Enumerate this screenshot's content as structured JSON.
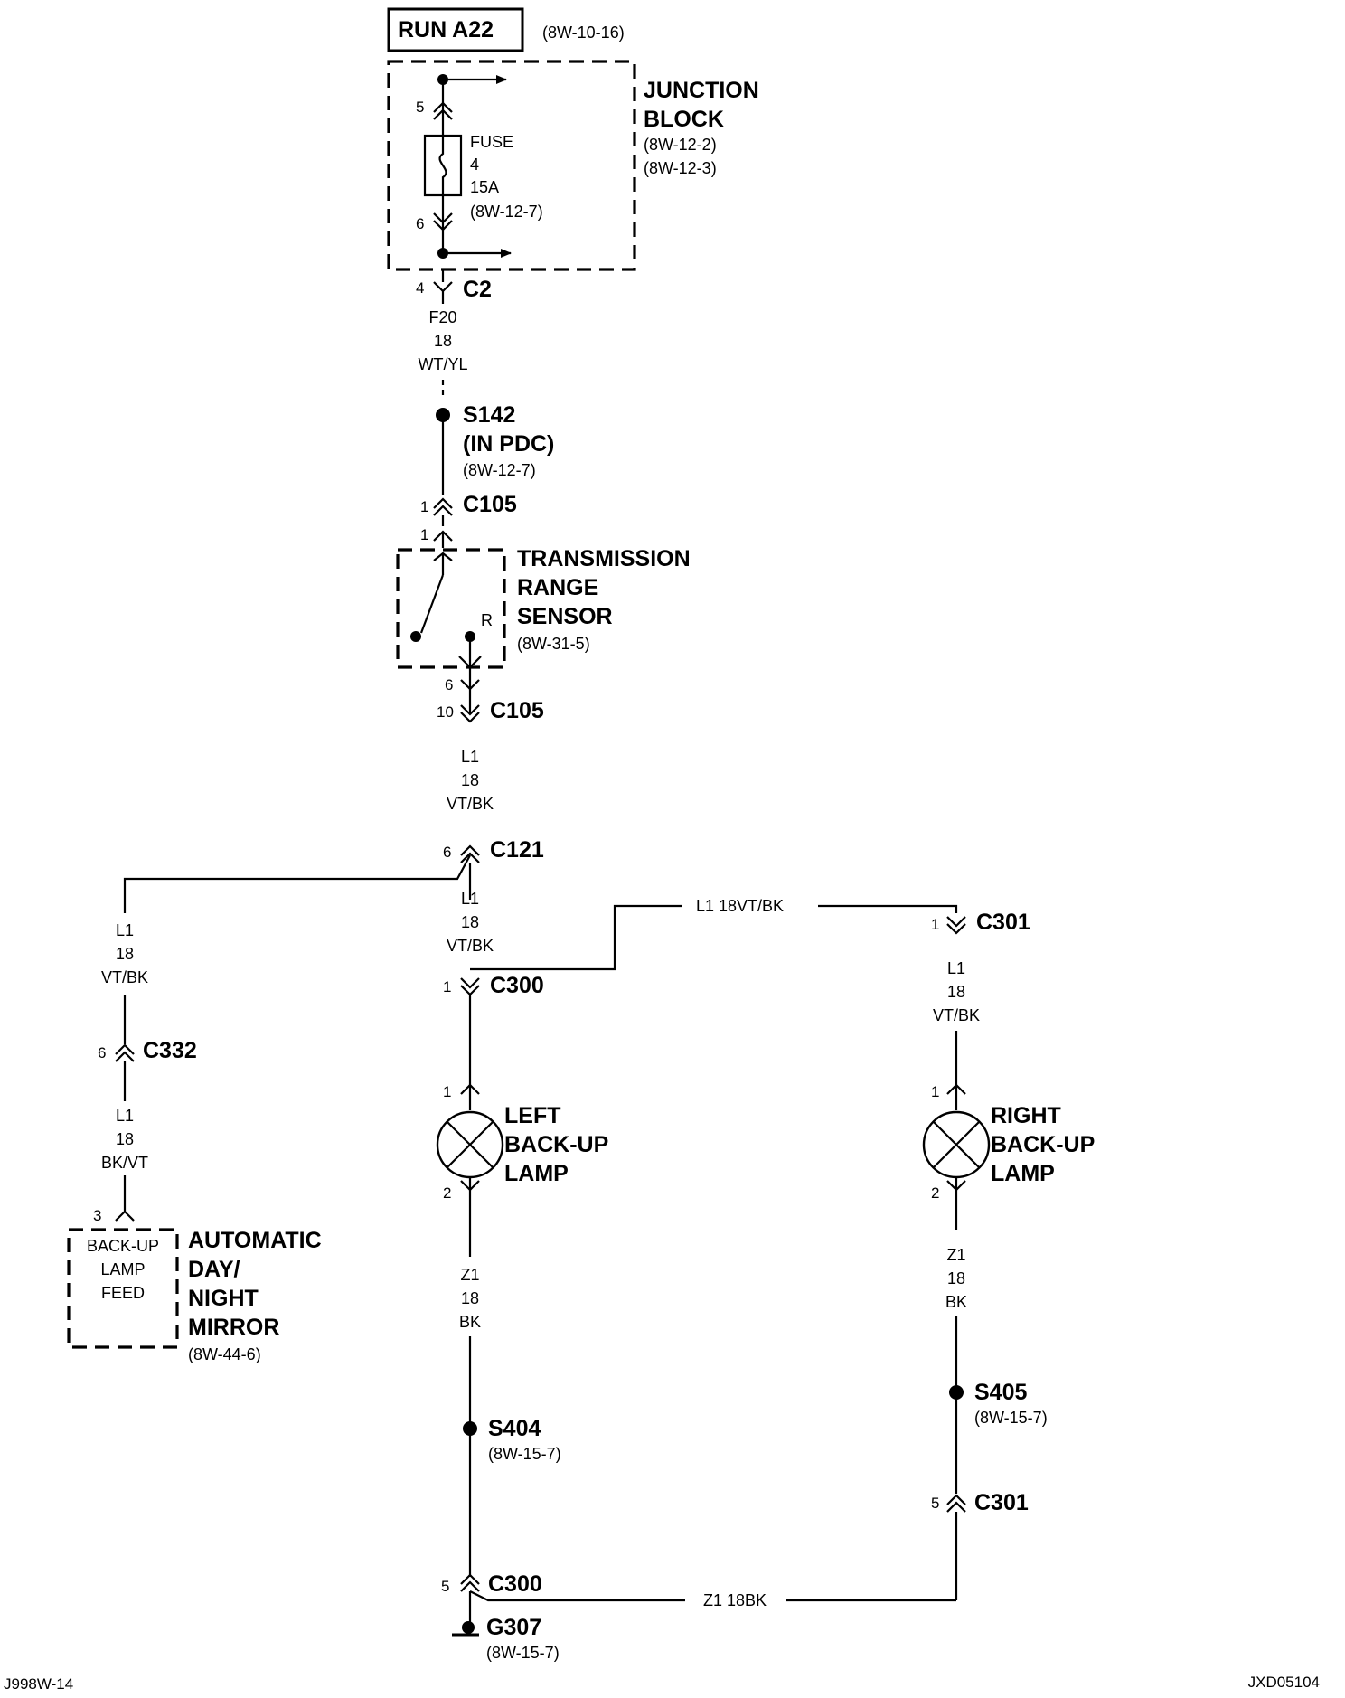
{
  "run": {
    "label": "RUN A22",
    "ref": "(8W-10-16)"
  },
  "junction_block": {
    "title1": "JUNCTION",
    "title2": "BLOCK",
    "ref1": "(8W-12-2)",
    "ref2": "(8W-12-3)"
  },
  "fuse": {
    "label": "FUSE",
    "number": "4",
    "rating": "15A",
    "ref": "(8W-12-7)",
    "pin_in": "5",
    "pin_out": "6"
  },
  "c2": {
    "pin": "4",
    "label": "C2"
  },
  "wire_f20": {
    "circuit": "F20",
    "gauge": "18",
    "color": "WT/YL"
  },
  "s142": {
    "label": "S142",
    "sub": "(IN PDC)",
    "ref": "(8W-12-7)"
  },
  "c105_top": {
    "pin_a": "1",
    "label": "C105",
    "pin_b": "1"
  },
  "trs": {
    "title1": "TRANSMISSION",
    "title2": "RANGE",
    "title3": "SENSOR",
    "ref": "(8W-31-5)",
    "position": "R"
  },
  "c105_bottom": {
    "pin_a": "6",
    "pin_b": "10",
    "label": "C105"
  },
  "wire_l1_a": {
    "circuit": "L1",
    "gauge": "18",
    "color": "VT/BK"
  },
  "c121": {
    "pin": "6",
    "label": "C121"
  },
  "wire_l1_mirror": {
    "circuit": "L1",
    "gauge": "18",
    "color": "VT/BK"
  },
  "c332": {
    "pin": "6",
    "label": "C332"
  },
  "wire_l1_mirror2": {
    "circuit": "L1",
    "gauge": "18",
    "color": "BK/VT"
  },
  "mirror": {
    "pin": "3",
    "inner1": "BACK-UP",
    "inner2": "LAMP",
    "inner3": "FEED",
    "title1": "AUTOMATIC",
    "title2": "DAY/",
    "title3": "NIGHT",
    "title4": "MIRROR",
    "ref": "(8W-44-6)"
  },
  "wire_l1_b": {
    "circuit": "L1",
    "gauge": "18",
    "color": "VT/BK"
  },
  "wire_l1_cross": {
    "label": "L1  18VT/BK"
  },
  "c300_top": {
    "pin": "1",
    "label": "C300"
  },
  "c301_top": {
    "pin": "1",
    "label": "C301"
  },
  "wire_l1_right": {
    "circuit": "L1",
    "gauge": "18",
    "color": "VT/BK"
  },
  "left_lamp": {
    "pin_in": "1",
    "pin_out": "2",
    "title1": "LEFT",
    "title2": "BACK-UP",
    "title3": "LAMP"
  },
  "right_lamp": {
    "pin_in": "1",
    "pin_out": "2",
    "title1": "RIGHT",
    "title2": "BACK-UP",
    "title3": "LAMP"
  },
  "wire_z1_left": {
    "circuit": "Z1",
    "gauge": "18",
    "color": "BK"
  },
  "wire_z1_right": {
    "circuit": "Z1",
    "gauge": "18",
    "color": "BK"
  },
  "s404": {
    "label": "S404",
    "ref": "(8W-15-7)"
  },
  "s405": {
    "label": "S405",
    "ref": "(8W-15-7)"
  },
  "c301_bottom": {
    "pin": "5",
    "label": "C301"
  },
  "c300_bottom": {
    "pin": "5",
    "label": "C300"
  },
  "wire_z1_cross": {
    "label": "Z1  18BK"
  },
  "g307": {
    "label": "G307",
    "ref": "(8W-15-7)"
  },
  "footer": {
    "left": "J998W-14",
    "right": "JXD05104"
  }
}
